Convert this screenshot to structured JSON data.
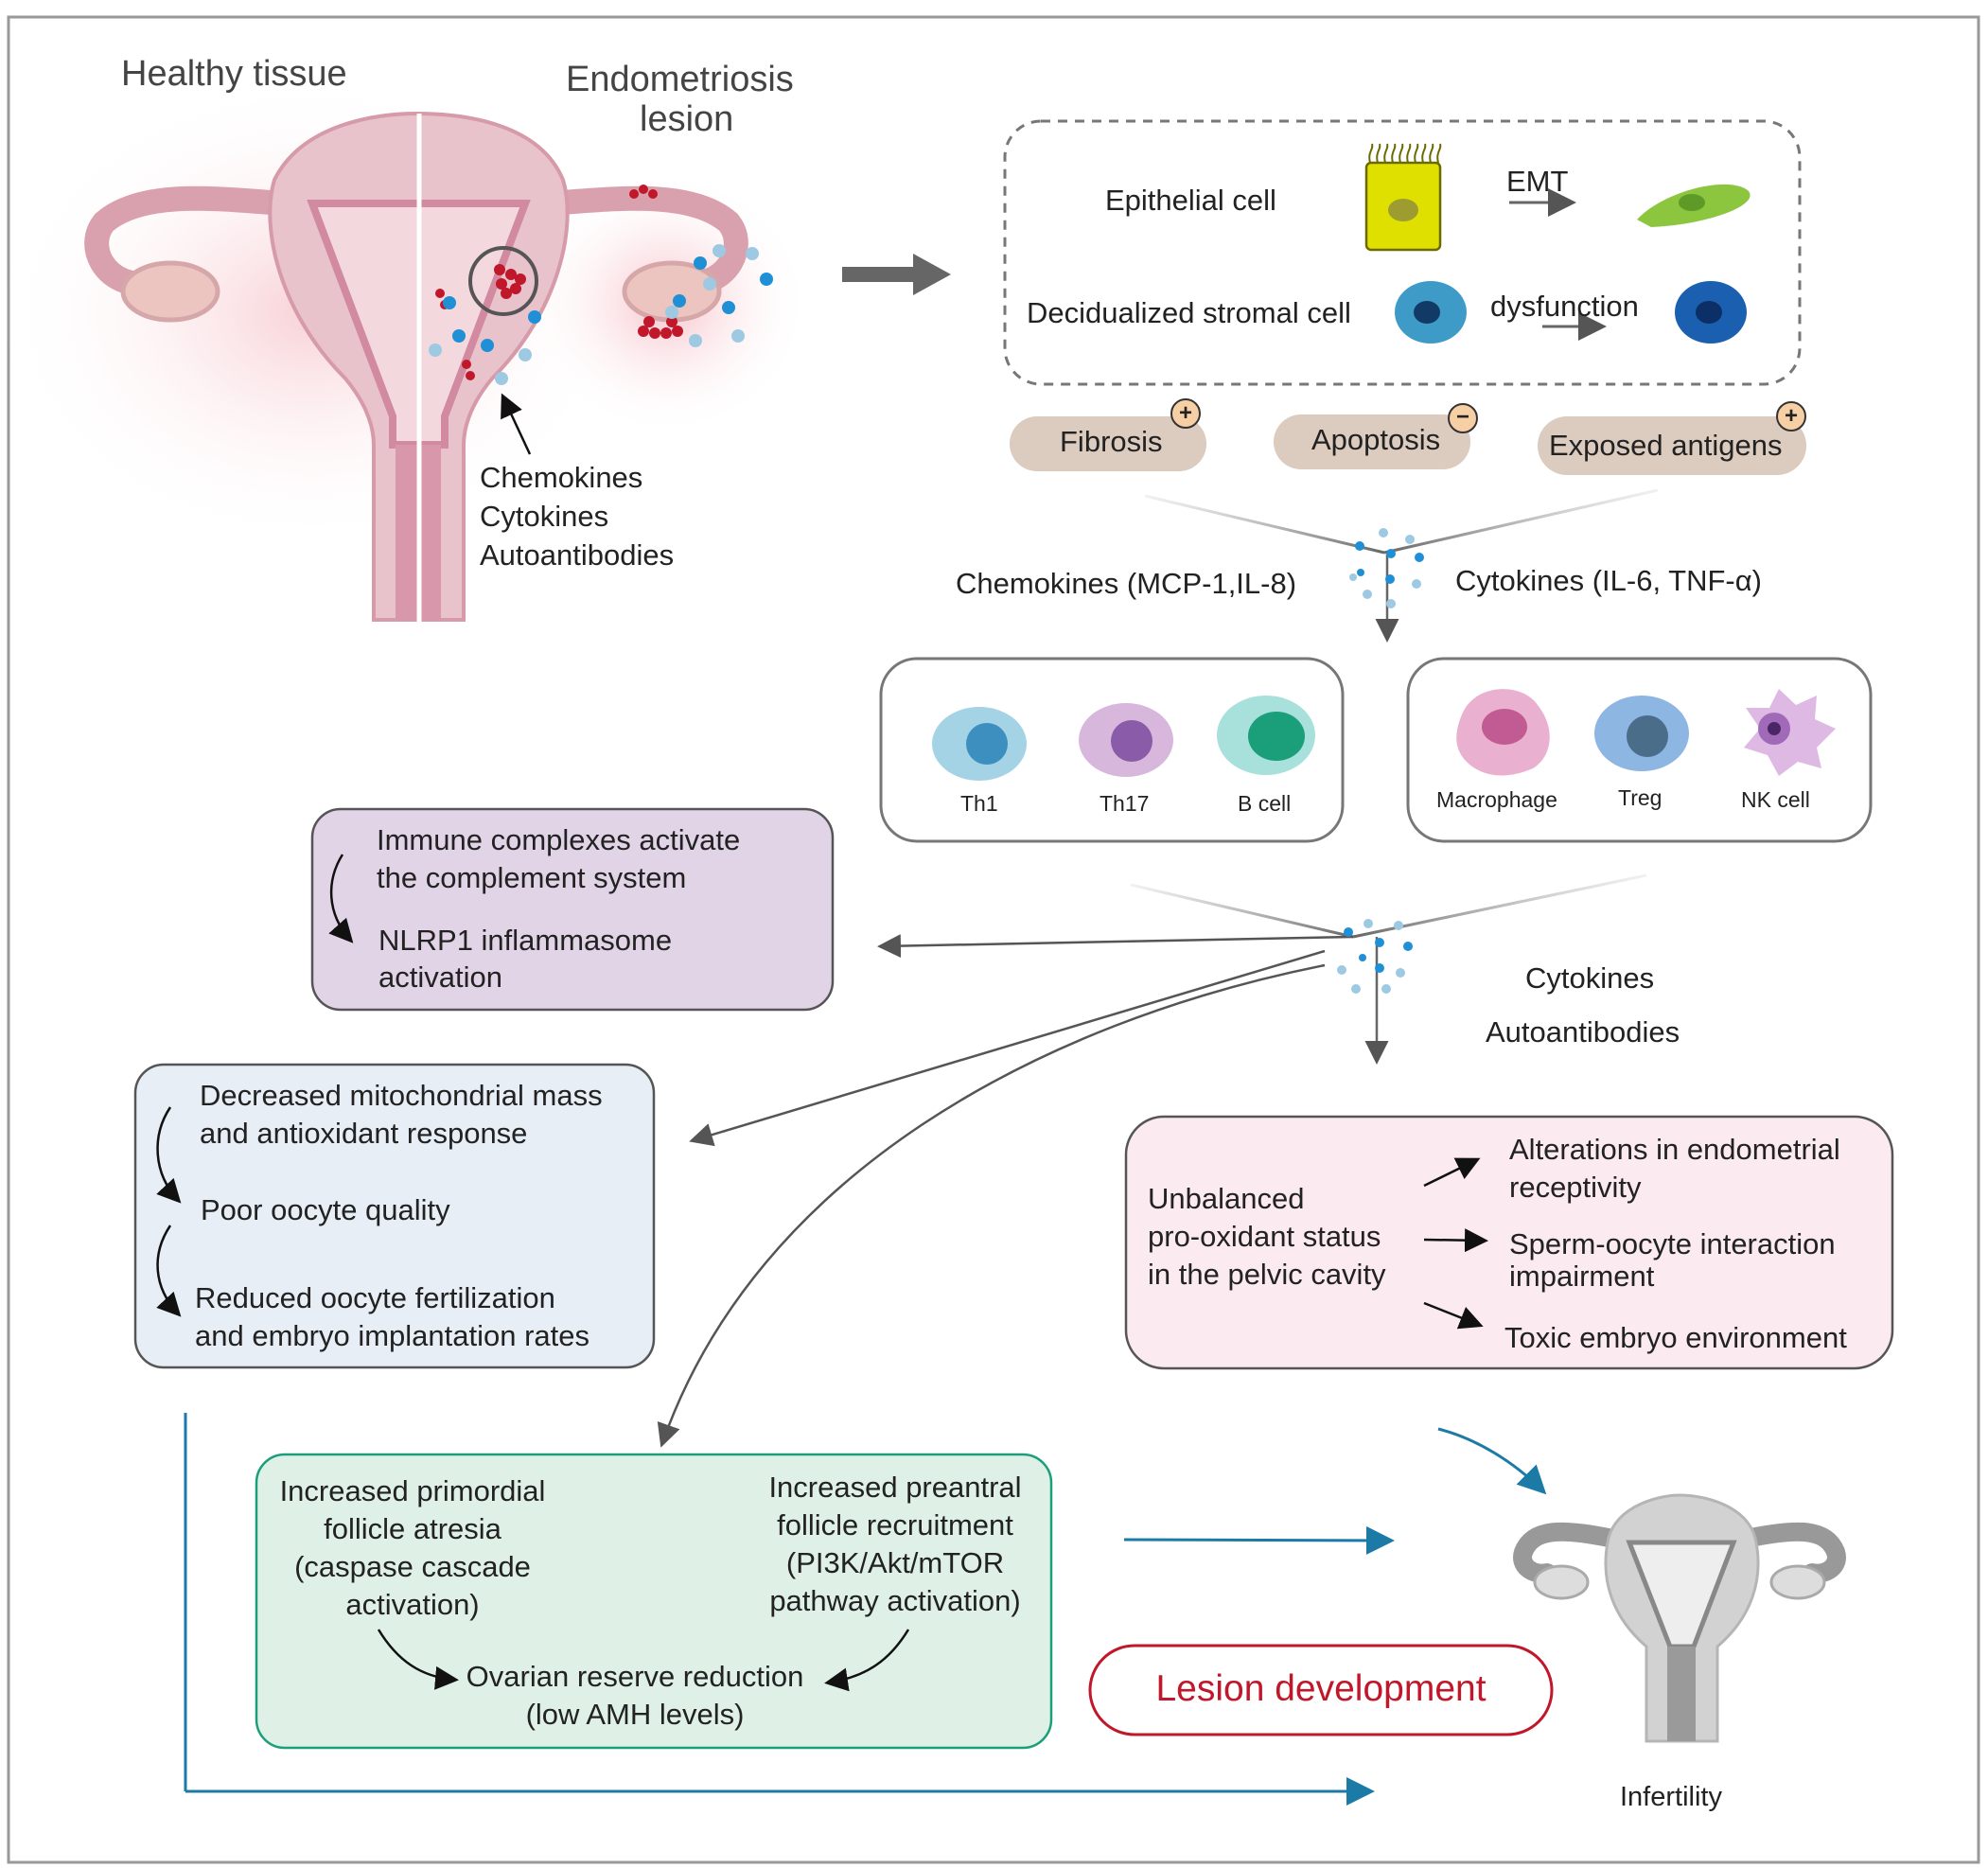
{
  "uterus": {
    "healthy_label": "Healthy tissue",
    "lesion_label_1": "Endometriosis",
    "lesion_label_2": "lesion",
    "secreted": [
      "Chemokines",
      "Cytokines",
      "Autoantibodies"
    ]
  },
  "cells_panel": {
    "epithelial": "Epithelial cell",
    "emt": "EMT",
    "stromal": "Decidualized stromal cell",
    "dysfunction": "dysfunction"
  },
  "pills": [
    {
      "label": "Fibrosis",
      "sign": "+"
    },
    {
      "label": "Apoptosis",
      "sign": "−"
    },
    {
      "label": "Exposed antigens",
      "sign": "+"
    }
  ],
  "signals_1": {
    "left": "Chemokines (MCP-1,IL-8)",
    "right": "Cytokines (IL-6, TNF-α)"
  },
  "immune_left": [
    "Th1",
    "Th17",
    "B cell"
  ],
  "immune_right": [
    "Macrophage",
    "Treg",
    "NK cell"
  ],
  "signals_2": {
    "line1": "Cytokines",
    "line2": "Autoantibodies"
  },
  "purple_box": {
    "line1": "Immune complexes activate",
    "line2": "the complement system",
    "line3": "NLRP1 inflammasome",
    "line4": "activation"
  },
  "blue_box": {
    "line1": "Decreased mitochondrial mass",
    "line2": "and antioxidant response",
    "line3": "Poor oocyte quality",
    "line4": "Reduced oocyte fertilization",
    "line5": "and embryo implantation rates"
  },
  "pink_box": {
    "left1": "Unbalanced",
    "left2": "pro-oxidant status",
    "left3": "in the pelvic cavity",
    "r1a": "Alterations in endometrial",
    "r1b": "receptivity",
    "r2a": "Sperm-oocyte interaction",
    "r2b": "impairment",
    "r3": "Toxic embryo environment"
  },
  "green_box": {
    "left1": "Increased primordial",
    "left2": "follicle atresia",
    "left3": "(caspase cascade",
    "left4": "activation)",
    "right1": "Increased preantral",
    "right2": "follicle recruitment",
    "right3": "(PI3K/Akt/mTOR",
    "right4": "pathway activation)",
    "bottom1": "Ovarian reserve reduction",
    "bottom2": "(low AMH levels)"
  },
  "lesion_development": "Lesion development",
  "infertility": "Infertility",
  "colors": {
    "purple_box": "#e2d4e7",
    "blue_box": "#e8eef6",
    "pink_box": "#fbeaef",
    "green_box": "#dff0e7",
    "pill": "#dccbbf",
    "lesion_red": "#c0172a",
    "teal_arrow": "#1b7aa6"
  }
}
